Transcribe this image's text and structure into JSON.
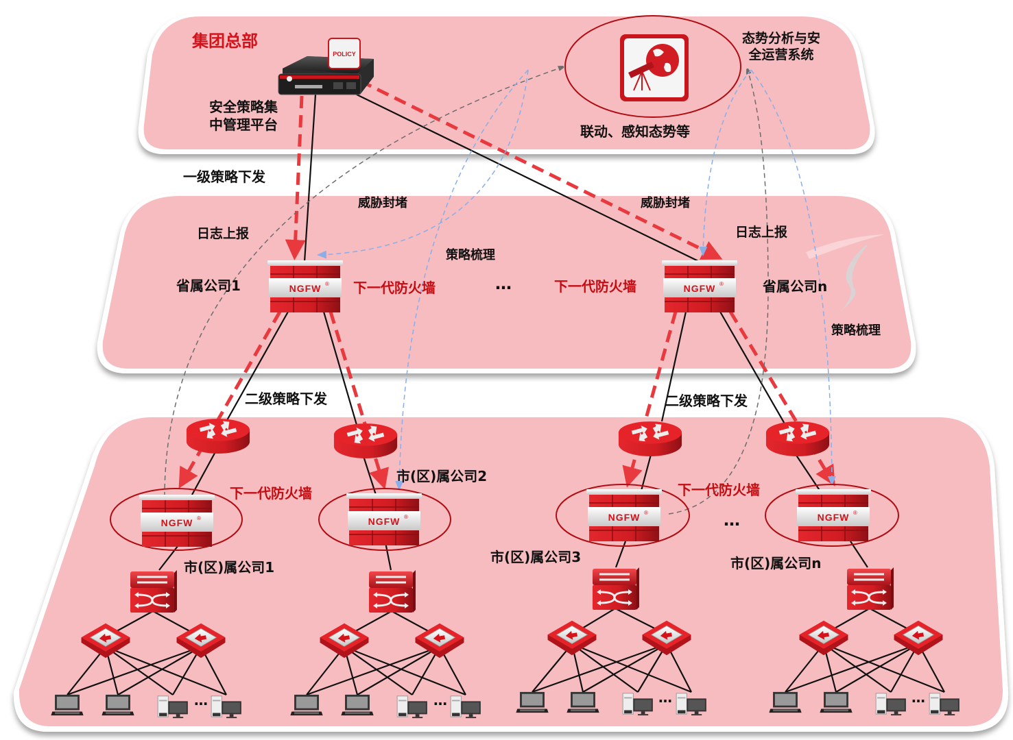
{
  "layers": {
    "hq": {
      "title": "集团总部",
      "policy_platform_label_line1": "安全策略集",
      "policy_platform_label_line2": "中管理平台",
      "policy_tag": "POLICY",
      "soc_label_line1": "态势分析与安",
      "soc_label_line2": "全运营系统",
      "soc_caption": "联动、感知态势等"
    },
    "province": {
      "company_1": "省属公司1",
      "company_n": "省属公司n",
      "ngfw_label": "下一代防火墙",
      "ellipsis": "…"
    },
    "city": {
      "company_1": "市(区)属公司1",
      "company_2": "市(区)属公司2",
      "company_3": "市(区)属公司3",
      "company_n": "市(区)属公司n",
      "ngfw_label": "下一代防火墙",
      "ellipsis": "…"
    }
  },
  "flows": {
    "level1_policy": "一级策略下发",
    "level2_policy": "二级策略下发",
    "threat_block": "威胁封堵",
    "log_report": "日志上报",
    "policy_review": "策略梳理"
  },
  "device_labels": {
    "ngfw": "NGFW",
    "registered": "®",
    "endpoints_ellipsis": "…"
  },
  "colors": {
    "layer_fill": "#f6bcc0",
    "brand_red": "#d4121a",
    "ngfw_label_red": "#c40d12",
    "policy_dash_red": "#e83a3e",
    "log_dash_gray": "#707070",
    "mgmt_dash_blue": "#8aaee8"
  }
}
